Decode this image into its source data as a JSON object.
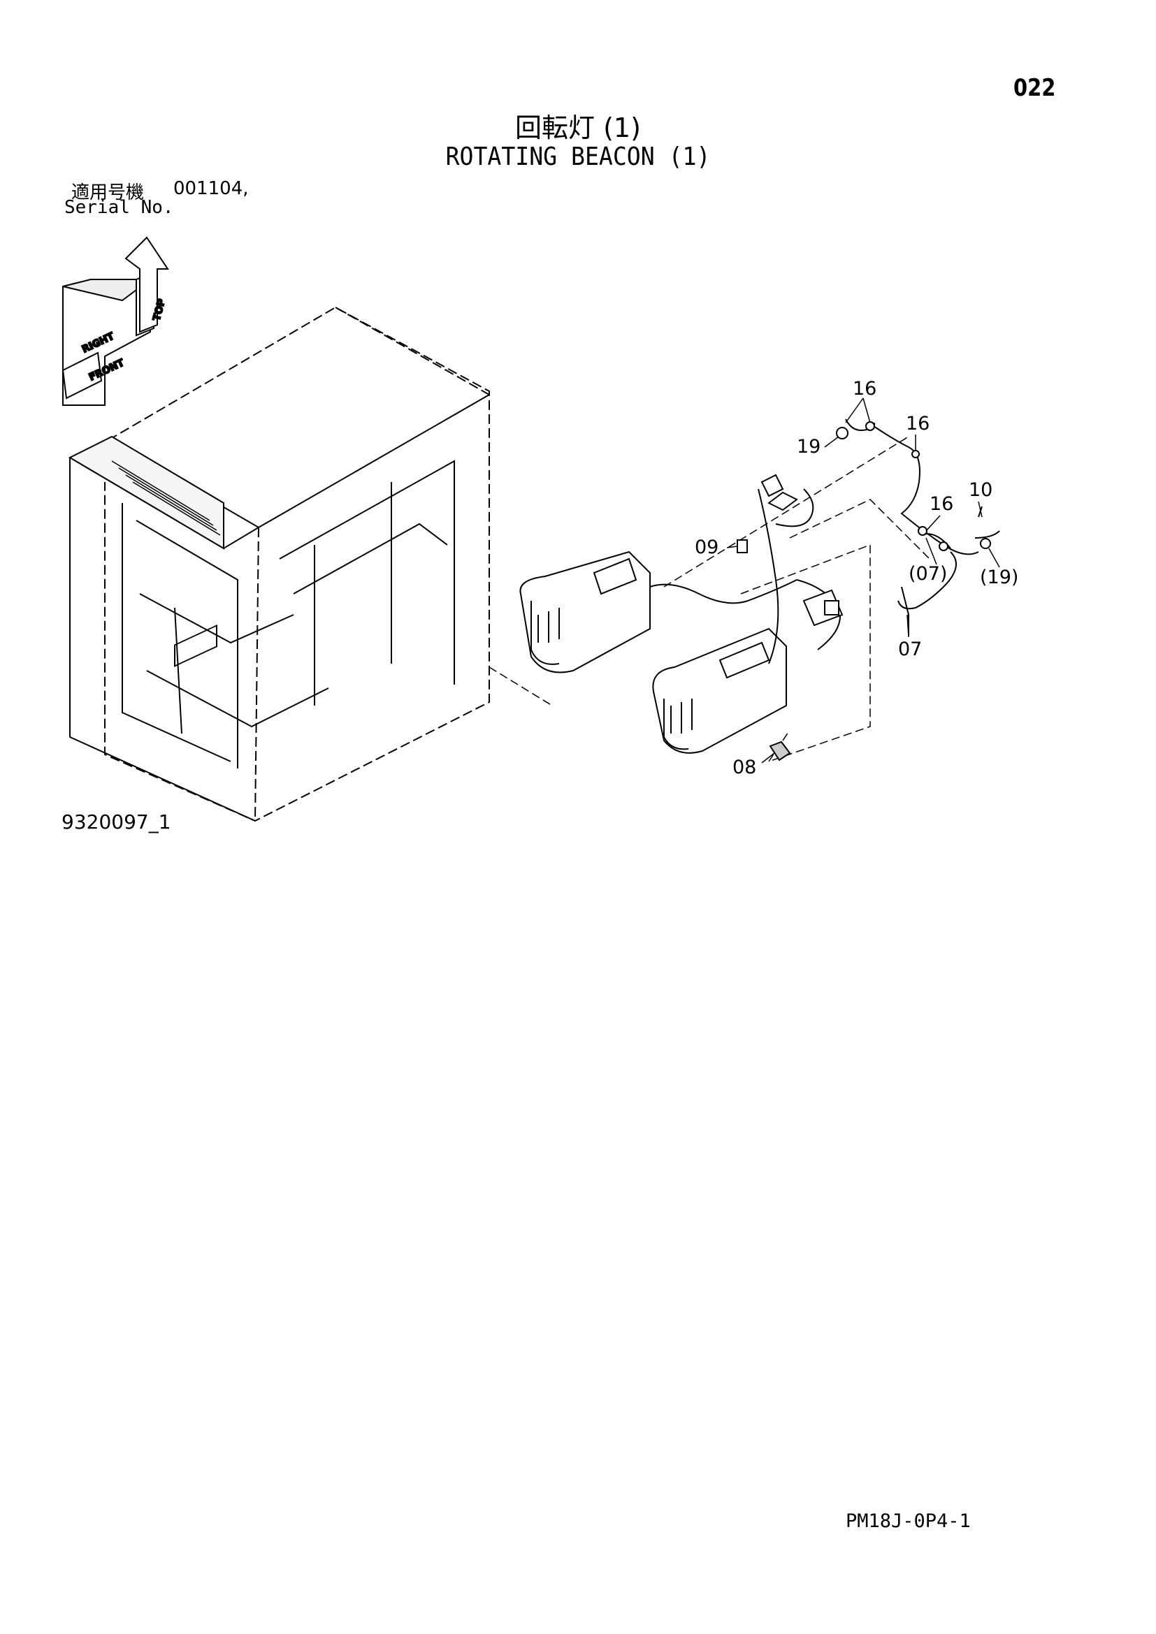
{
  "header": {
    "page_number": "022",
    "title_jp": "回転灯 (1)",
    "title_en": "ROTATING BEACON (1)"
  },
  "serial": {
    "label_jp": "適用号機",
    "label_en": "Serial No.",
    "value": "001104,"
  },
  "orientation": {
    "top": "TOP",
    "right": "RIGHT",
    "front": "FRONT"
  },
  "callouts": {
    "c16a": "16",
    "c16b": "16",
    "c16c": "16",
    "c19": "19",
    "c10": "10",
    "c09": "09",
    "c07p": "(07)",
    "c19p": "(19)",
    "c07": "07",
    "c08": "08"
  },
  "footer": {
    "drawing_number": "9320097_1",
    "doc_code": "PM18J-0P4-1"
  }
}
